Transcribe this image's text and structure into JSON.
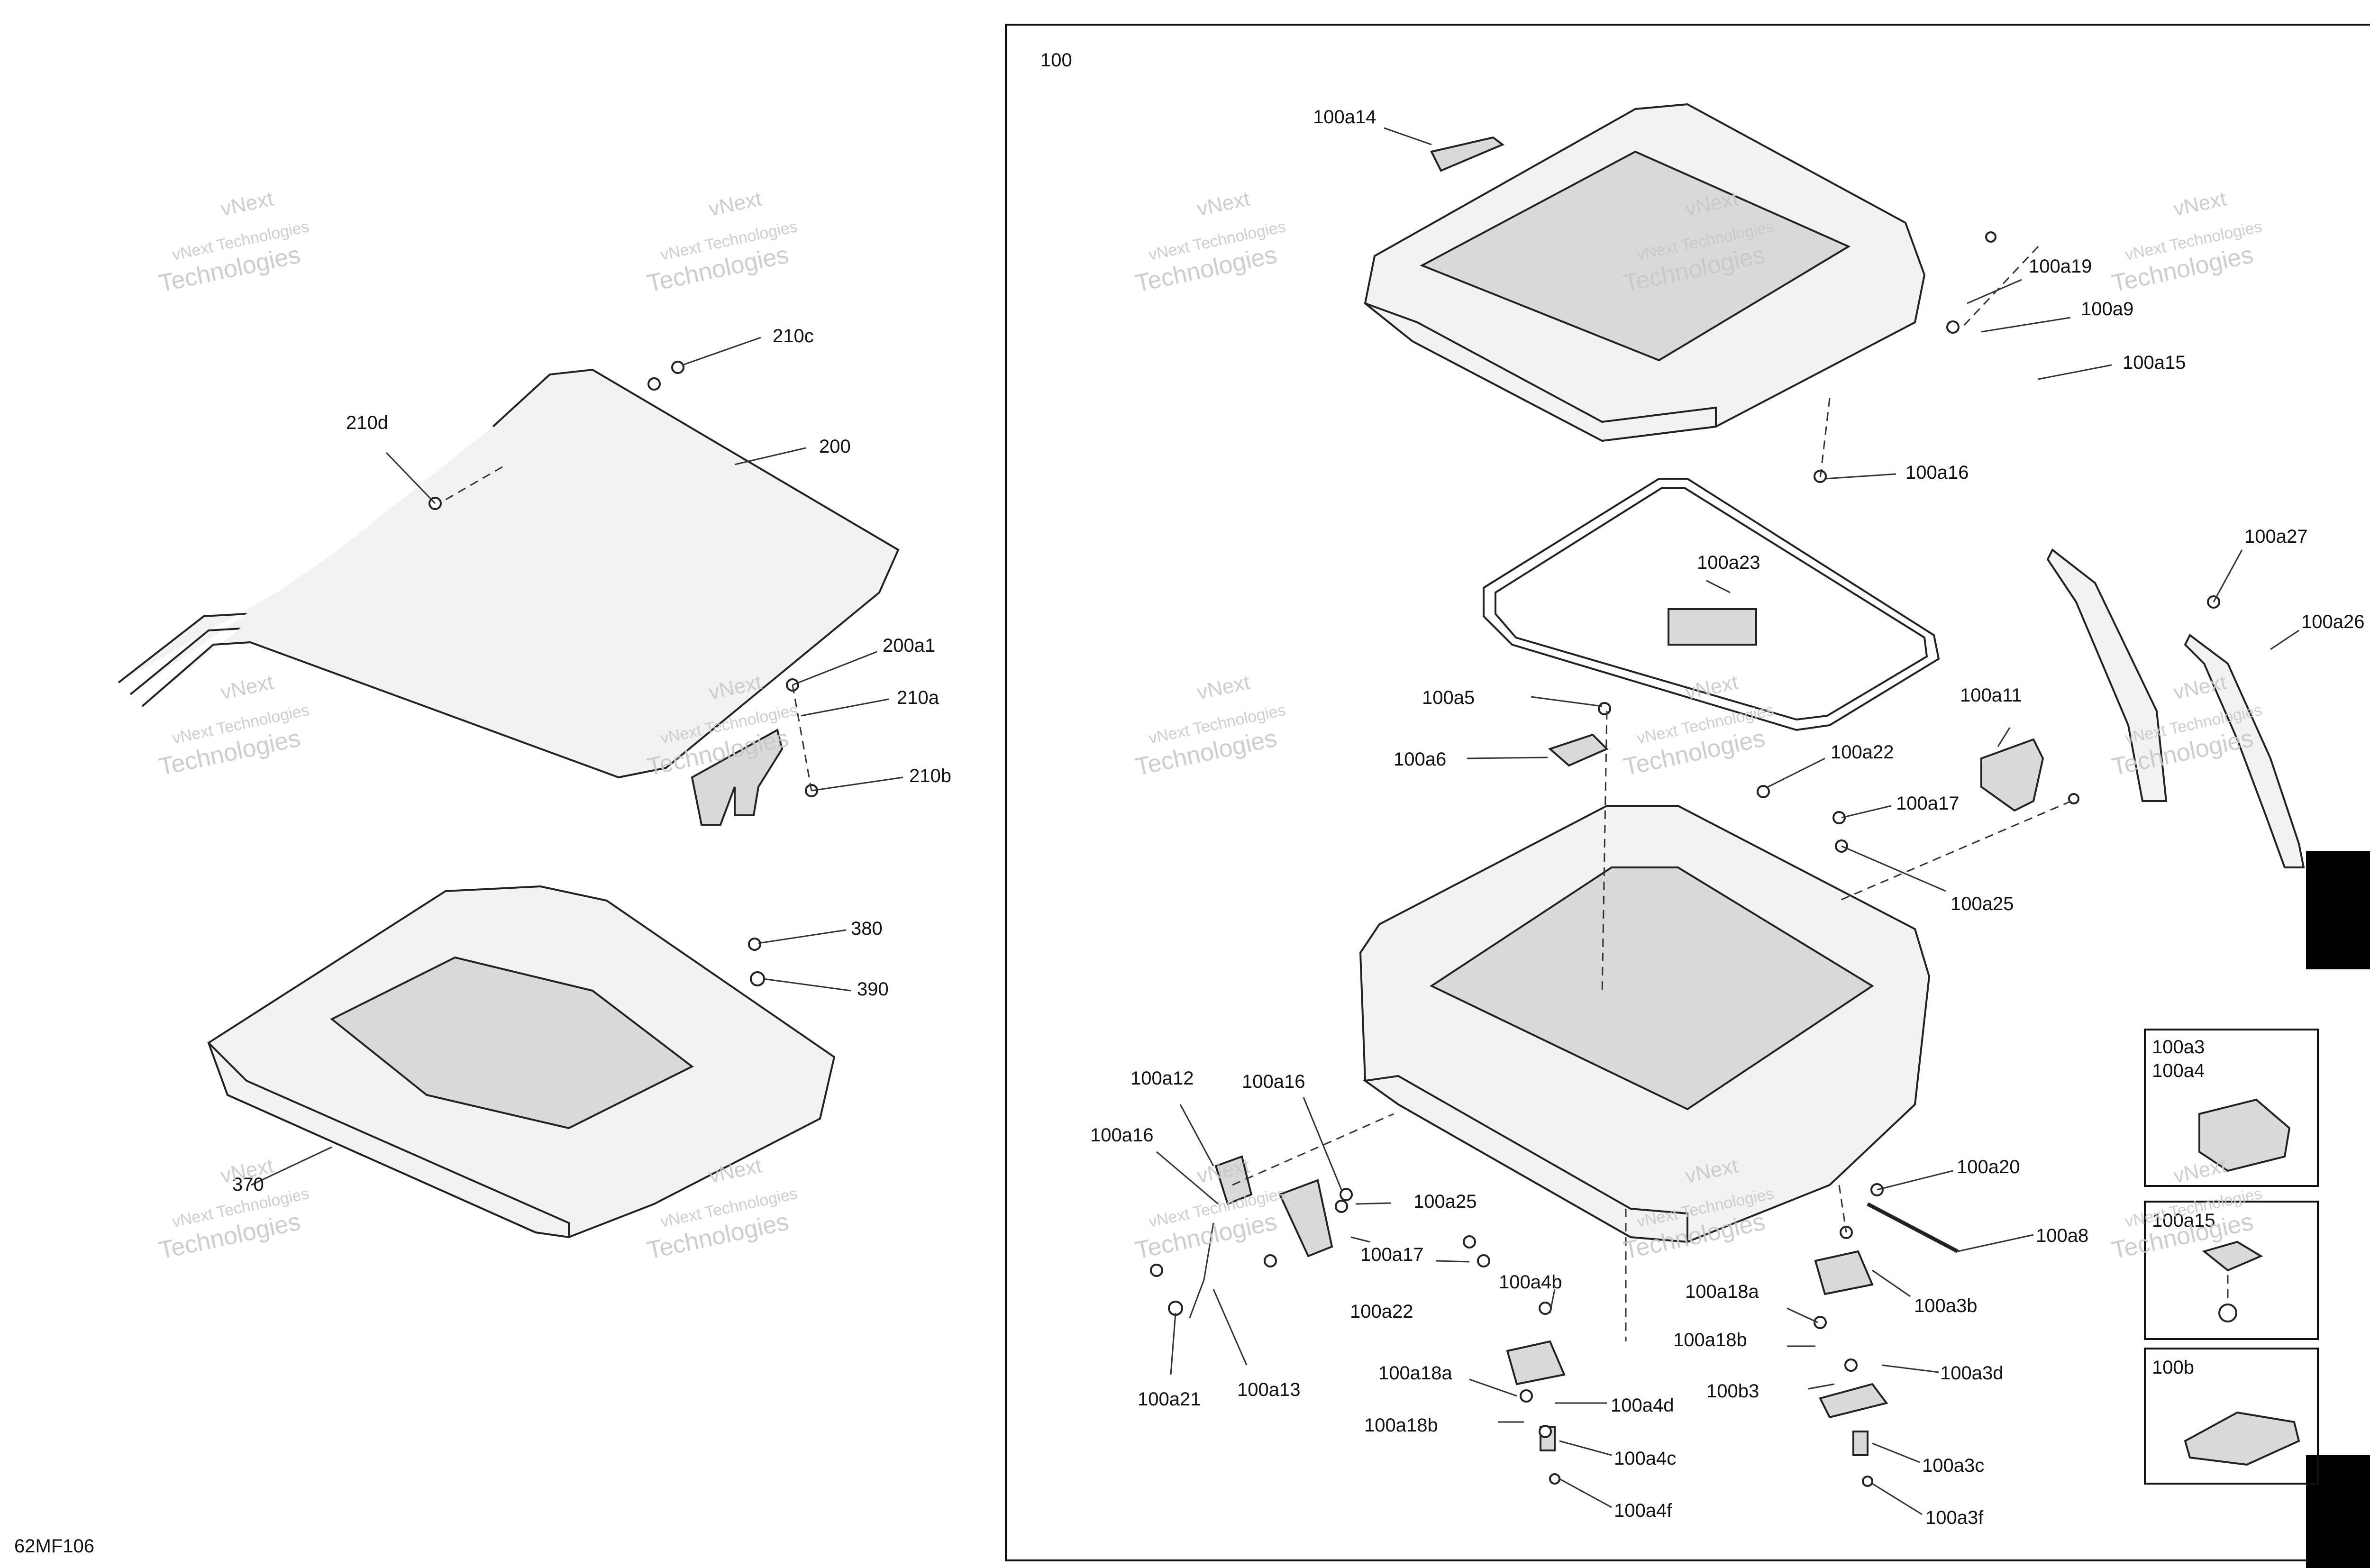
{
  "figure_code": "62MF106",
  "main_group_label": "100",
  "watermark": {
    "brand_top": "vNext",
    "brand_bottom": "Technologies",
    "line_small": "vNext Technologies"
  },
  "callouts": {
    "left": [
      "210c",
      "210d",
      "200",
      "200a1",
      "210a",
      "210b",
      "380",
      "390",
      "370"
    ],
    "box": [
      "100a14",
      "100a19",
      "100a9",
      "100a15",
      "100a16",
      "100a23",
      "100a27",
      "100a26",
      "100a5",
      "100a6",
      "100a11",
      "100a22",
      "100a17",
      "100a25",
      "100a12",
      "100a16",
      "100a16",
      "100a25",
      "100a17",
      "100a22",
      "100a20",
      "100a8",
      "100a4b",
      "100a18a",
      "100a3b",
      "100a18b",
      "100a3d",
      "100a18a",
      "100a4d",
      "100b3",
      "100a18b",
      "100a4c",
      "100a3c",
      "100a4f",
      "100a3f",
      "100a21",
      "100a13"
    ]
  },
  "insets": {
    "inset1_line1": "100a3",
    "inset1_line2": "100a4",
    "inset2": "100a15",
    "inset3": "100b"
  },
  "colors": {
    "line": "#222222",
    "fill": "#f2f2f2",
    "watermark": "#c8c8c8",
    "tab": "#000000"
  }
}
